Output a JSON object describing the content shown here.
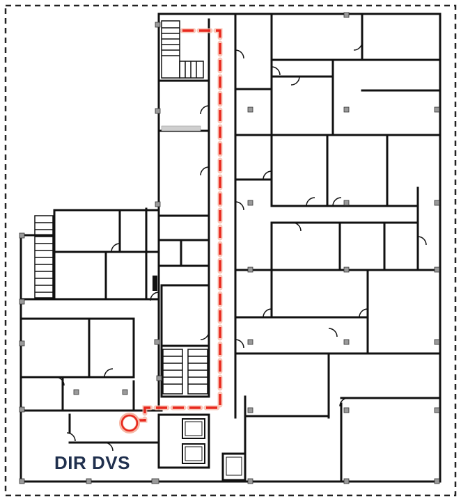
{
  "labels": {
    "area_name": "DIR DVS"
  },
  "colors": {
    "wall": "#111111",
    "route": "#e8281e",
    "route_glow": "#f7b8a6",
    "column": "#9a9a9a",
    "boundary": "#222222",
    "area_label": "#1f2f4d"
  },
  "legend_icons": {
    "route": "dashed-evacuation-route",
    "start": "start-circle-marker"
  }
}
